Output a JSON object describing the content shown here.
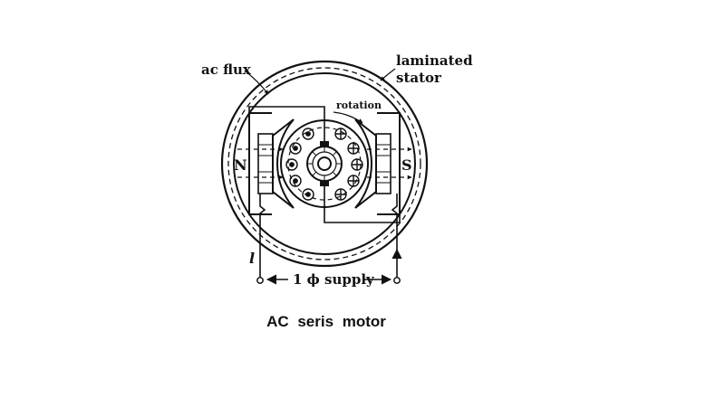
{
  "labels": {
    "ac_flux": "ac flux",
    "laminated": "laminated",
    "stator": "stator",
    "rotation": "rotation",
    "north": "N",
    "south": "S",
    "current": "l",
    "supply": "1 ϕ supply"
  },
  "caption": "AC seris motor",
  "colors": {
    "ink": "#111111",
    "background": "#ffffff"
  }
}
